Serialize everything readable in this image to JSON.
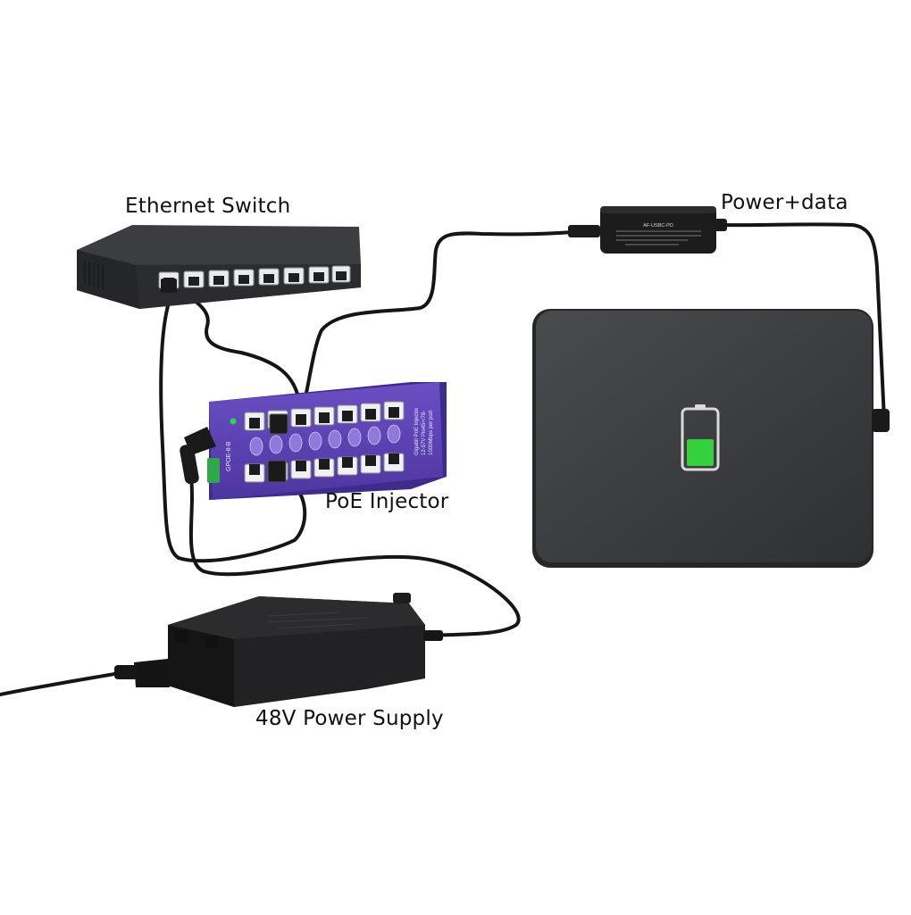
{
  "labels": {
    "ethernet_switch": "Ethernet Switch",
    "power_data": "Power+data",
    "poe_injector": "PoE Injector",
    "power_supply": "48V Power Supply"
  },
  "injector_marking": {
    "model": "GPOE-8-B",
    "lines": [
      "Gigabit PoE Injector",
      "12-57V Pin45+/78-",
      "1000Mbps per port"
    ]
  },
  "splitter_marking": {
    "model": "AF-USBC-PD"
  },
  "colors": {
    "injector": "#5a3fb0",
    "switch": "#2b2c2f",
    "cable": "#151515",
    "tablet": "#3a3b3d",
    "battery_fill": "#33d23d"
  },
  "battery": {
    "level_fraction": 0.5
  }
}
